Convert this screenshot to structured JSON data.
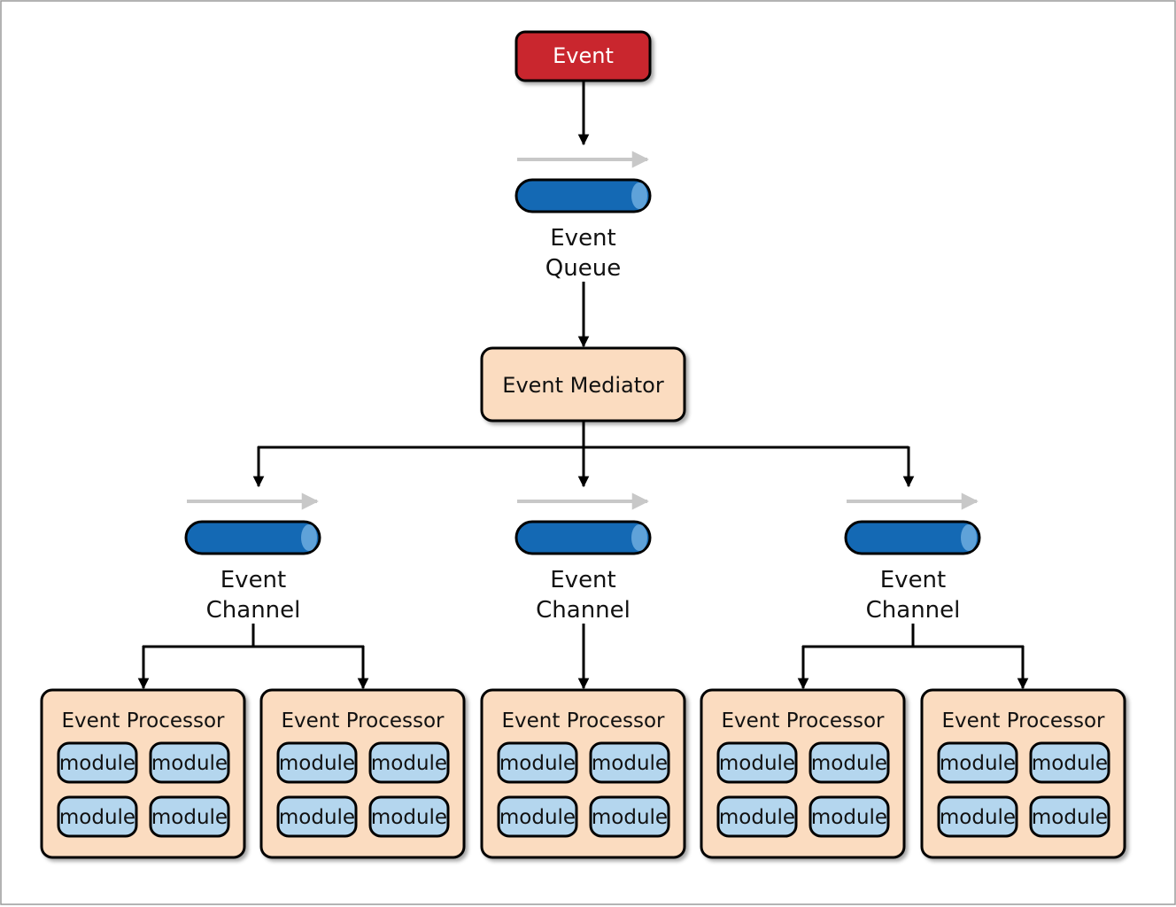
{
  "colors": {
    "event_fill": "#c9282d",
    "event_text": "#ffffff",
    "mediator_fill": "#fbdcc0",
    "processor_fill": "#fbdcc0",
    "module_fill": "#b4d6ee",
    "pipe_fill": "#1469b4",
    "pipe_cap": "#5fa2d9",
    "flow_arrow": "#c8c8c8",
    "connector": "#000000"
  },
  "event": {
    "label": "Event"
  },
  "event_queue": {
    "label_line1": "Event",
    "label_line2": "Queue"
  },
  "mediator": {
    "label": "Event Mediator"
  },
  "channels": [
    {
      "label_line1": "Event",
      "label_line2": "Channel"
    },
    {
      "label_line1": "Event",
      "label_line2": "Channel"
    },
    {
      "label_line1": "Event",
      "label_line2": "Channel"
    }
  ],
  "processors": [
    {
      "label": "Event Processor",
      "modules": [
        "module",
        "module",
        "module",
        "module"
      ]
    },
    {
      "label": "Event Processor",
      "modules": [
        "module",
        "module",
        "module",
        "module"
      ]
    },
    {
      "label": "Event Processor",
      "modules": [
        "module",
        "module",
        "module",
        "module"
      ]
    },
    {
      "label": "Event Processor",
      "modules": [
        "module",
        "module",
        "module",
        "module"
      ]
    },
    {
      "label": "Event Processor",
      "modules": [
        "module",
        "module",
        "module",
        "module"
      ]
    }
  ]
}
